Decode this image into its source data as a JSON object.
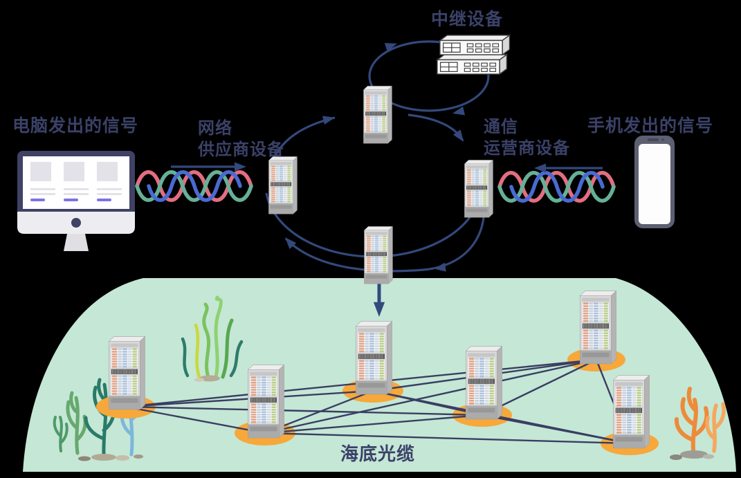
{
  "scene": {
    "labels": {
      "relay_device": "中继设备",
      "computer_signal": "电脑发出的信号",
      "network_provider": [
        "网络",
        "供应商设备"
      ],
      "telecom_operator": [
        "通信",
        "运营商设备"
      ],
      "phone_signal": "手机发出的信号",
      "undersea_cable": "海底光缆"
    },
    "icons": {
      "desktop-computer": "flat monitor with three web cards",
      "smartphone": "phone with blank white screen",
      "server-rack": "gray rack with orange/blue/green slot stripes",
      "network-switch": "two stacked relay switch boxes",
      "signal-helix": "three-strand colored wave",
      "orange-base": "glowing ellipse under sea servers",
      "seaweed": "green kelp and teal coral bush",
      "coral": "orange coral with stones"
    }
  },
  "colors": {
    "background": "#000000",
    "label-text": "#3b4168",
    "arrow": "#33497c",
    "cable": "#3a3e62",
    "sea": "#c5e7d6",
    "base-orange": "#f7a83a",
    "helix-pink": "#e36e80",
    "helix-blue": "#4a6ad2",
    "helix-green": "#66b097",
    "monitor-frame": "#3f4264",
    "accent-purple": "#7b72e9"
  }
}
